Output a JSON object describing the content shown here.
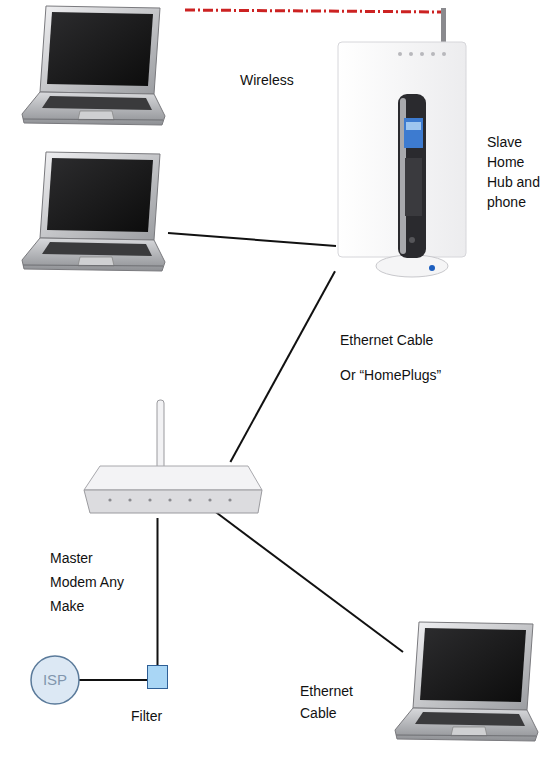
{
  "diagram": {
    "nodes": [
      {
        "text": [
          "Slave Home Hub and phone"
        ]
      },
      {
        "text": [
          "Master Modem Any Make"
        ]
      },
      {
        "text": [
          "ISP"
        ]
      },
      {
        "text": [
          "Filter"
        ]
      }
    ],
    "edges": [
      {
        "from": 1,
        "to": 0,
        "label": "Ethernet Cable",
        "arrow": "none"
      },
      {
        "from": 2,
        "to": 3,
        "arrow": "none"
      },
      {
        "from": 3,
        "to": 1,
        "arrow": "none"
      }
    ],
    "labels": [
      "Wireless",
      "Or “HomePlugs”",
      "Ethernet Cable"
    ]
  }
}
